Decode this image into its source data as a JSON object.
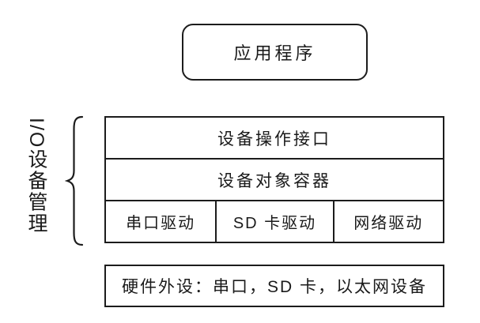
{
  "diagram": {
    "app_box": {
      "label": "应用程序"
    },
    "side_label": {
      "text": "I/O设备管理"
    },
    "stack": {
      "rows": [
        {
          "label": "设备操作接口"
        },
        {
          "label": "设备对象容器"
        }
      ],
      "drivers": [
        {
          "label": "串口驱动"
        },
        {
          "label": "SD 卡驱动"
        },
        {
          "label": "网络驱动"
        }
      ]
    },
    "hardware_box": {
      "label": "硬件外设：串口，SD 卡，以太网设备"
    },
    "colors": {
      "border": "#1c1c1c",
      "text": "#1a1a1a",
      "background": "#ffffff"
    }
  }
}
